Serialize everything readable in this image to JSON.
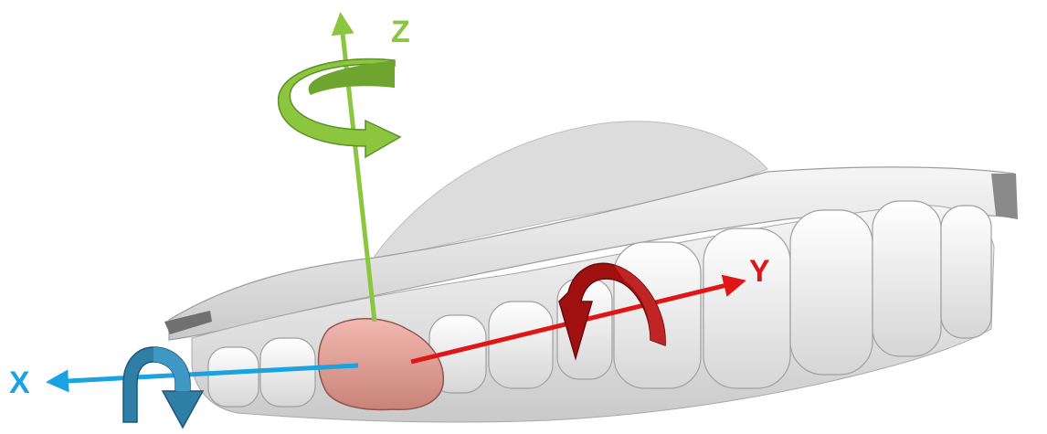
{
  "axes": {
    "x": {
      "label": "X",
      "color": "#1aa3e0"
    },
    "y": {
      "label": "Y",
      "color": "#e01515"
    },
    "z": {
      "label": "Z",
      "color": "#8cc63f"
    }
  },
  "rotation_arrows": {
    "x": {
      "color": "#2e7ea6",
      "icon": "rotation-arrow-icon"
    },
    "y": {
      "color": "#a01010",
      "icon": "rotation-arrow-icon"
    },
    "z": {
      "color": "#7cb342",
      "icon": "rotation-arrow-icon"
    }
  },
  "model": {
    "arch_color": "#e9e9e9",
    "highlighted_tooth_color": "#e8a79e"
  }
}
